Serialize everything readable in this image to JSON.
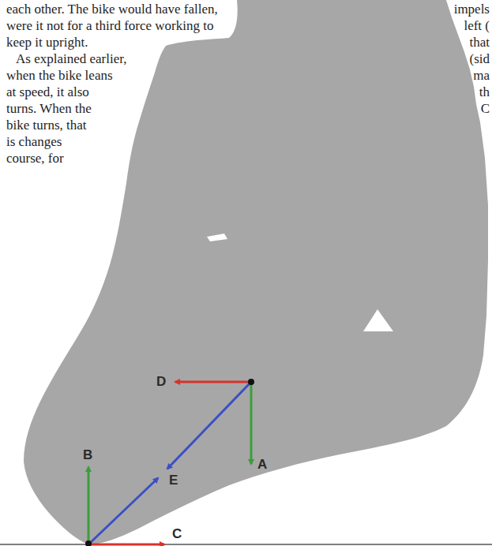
{
  "diagram": {
    "labels": [
      "each other. The bike would have fallen,",
      "were it not for a third force working to",
      "keep it upright.",
      "As explained earlier,",
      "when the bike leans",
      "at speed, it also",
      "turns. When the",
      "bike turns, that",
      "is changes",
      "course, for",
      "impels",
      "left (",
      "that",
      "(sid",
      "ma",
      "th",
      "C",
      "D",
      "B",
      "E",
      "A",
      "C"
    ]
  }
}
